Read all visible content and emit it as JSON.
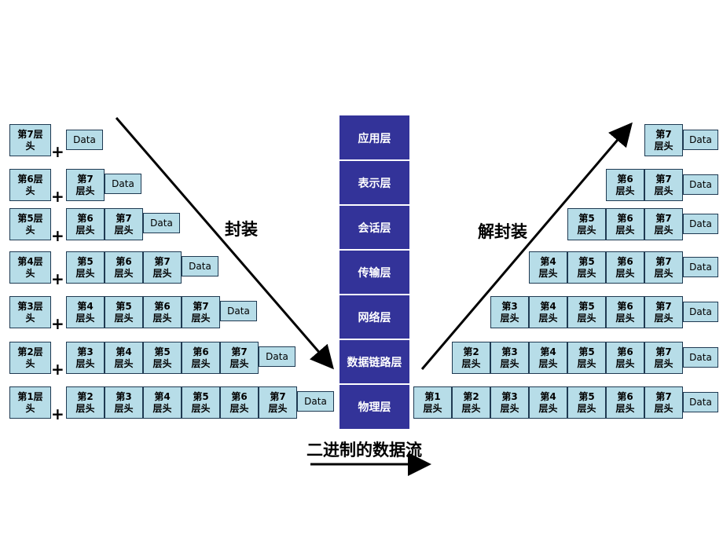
{
  "layers": [
    "应用层",
    "表示层",
    "会话层",
    "传输层",
    "网络层",
    "数据链路层",
    "物理层"
  ],
  "encapsulation_label": "封装",
  "decapsulation_label": "解封装",
  "bitstream_label": "二进制的数据流",
  "data_label": "Data",
  "header_prefix": "第",
  "header_suffix": "层头",
  "header_word": "层头",
  "plus_symbol": "+",
  "left_rows": [
    {
      "head": "7",
      "rest": []
    },
    {
      "head": "6",
      "rest": [
        "7"
      ]
    },
    {
      "head": "5",
      "rest": [
        "6",
        "7"
      ]
    },
    {
      "head": "4",
      "rest": [
        "5",
        "6",
        "7"
      ]
    },
    {
      "head": "3",
      "rest": [
        "4",
        "5",
        "6",
        "7"
      ]
    },
    {
      "head": "2",
      "rest": [
        "3",
        "4",
        "5",
        "6",
        "7"
      ]
    },
    {
      "head": "1",
      "rest": [
        "2",
        "3",
        "4",
        "5",
        "6",
        "7"
      ]
    }
  ],
  "right_rows": [
    [
      "7"
    ],
    [
      "6",
      "7"
    ],
    [
      "5",
      "6",
      "7"
    ],
    [
      "4",
      "5",
      "6",
      "7"
    ],
    [
      "3",
      "4",
      "5",
      "6",
      "7"
    ],
    [
      "2",
      "3",
      "4",
      "5",
      "6",
      "7"
    ],
    [
      "1",
      "2",
      "3",
      "4",
      "5",
      "6",
      "7"
    ]
  ],
  "colors": {
    "box_fill": "#b7dde8",
    "box_border": "#1f3a52",
    "layer_fill": "#333399",
    "layer_text": "#ffffff",
    "arrow": "#000000"
  }
}
